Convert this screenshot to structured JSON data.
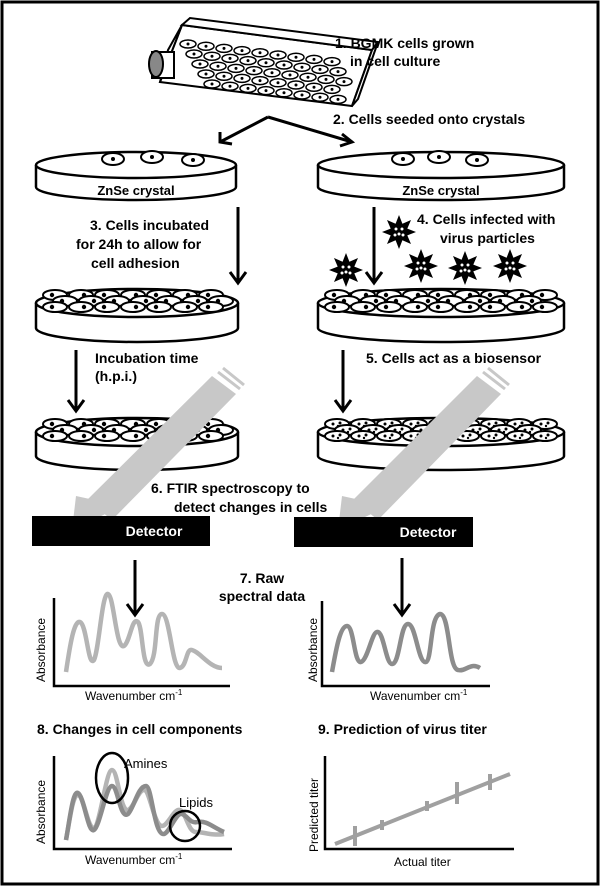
{
  "steps": {
    "s1_line1": "1. BGMK cells grown",
    "s1_line2": "in cell culture",
    "s2": "2. Cells seeded onto crystals",
    "s3_line1": "3. Cells incubated",
    "s3_line2": "for 24h to allow for",
    "s3_line3": "cell adhesion",
    "s4_line1": "4. Cells infected with",
    "s4_line2": "virus particles",
    "s5": "5. Cells act as a biosensor",
    "s6_line1": "6. FTIR spectroscopy to",
    "s6_line2": "detect changes in cells",
    "s7_line1": "7. Raw",
    "s7_line2": "spectral data",
    "s8": "8. Changes in cell components",
    "s9": "9. Prediction of virus titer"
  },
  "labels": {
    "crystal": "ZnSe crystal",
    "incubation_line1": "Incubation time",
    "incubation_line2": "(h.p.i.)",
    "detector": "Detector",
    "absorbance": "Absorbance",
    "wavenumber": "Wavenumber cm",
    "wavenumber_sup": "-1",
    "amines": "Amines",
    "lipids": "Lipids",
    "predicted_titer": "Predicted titer",
    "actual_titer": "Actual titer"
  },
  "colors": {
    "black": "#000000",
    "beam": "#c8c8c8",
    "spectrum_light": "#b4b4b4",
    "spectrum_mid": "#8c8c8c"
  }
}
